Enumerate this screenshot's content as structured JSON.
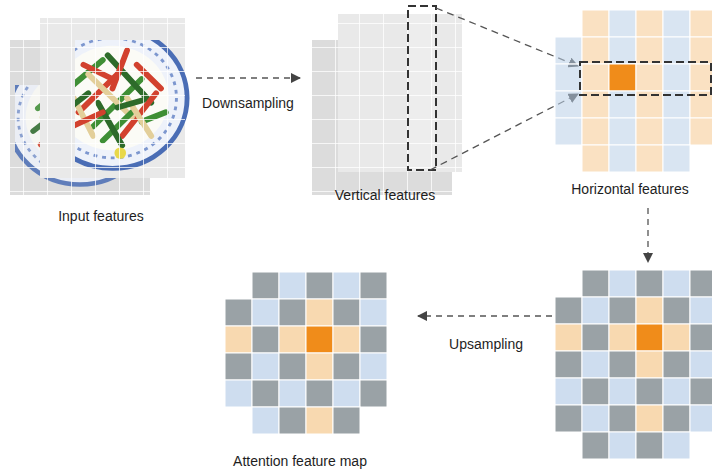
{
  "diagram": {
    "nodes": [
      {
        "text": [
          "Input features"
        ]
      },
      {
        "text": [
          "Vertical features"
        ]
      },
      {
        "text": [
          "Horizontal features"
        ]
      },
      {
        "text": [
          "Attention feature map"
        ]
      }
    ],
    "edges": [
      {
        "from": 0,
        "to": 1,
        "label": "Downsampling",
        "arrow": "to"
      }
    ],
    "labels": [
      "Upsampling"
    ]
  }
}
